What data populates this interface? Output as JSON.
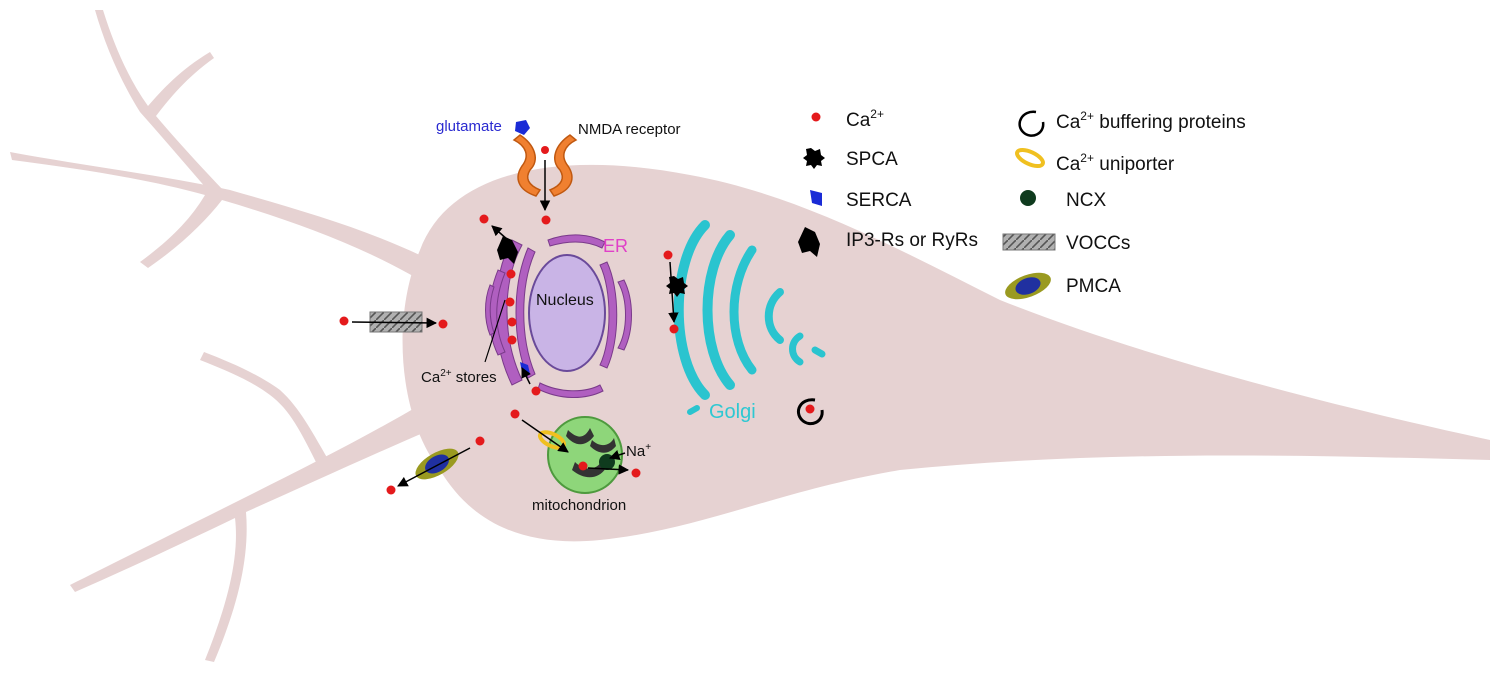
{
  "colors": {
    "cell": "#e6d2d2",
    "calcium": "#e41a1c",
    "er": "#b05fc0",
    "er_label": "#e040c8",
    "nucleus": "#c9b4e6",
    "golgi": "#2ac4cf",
    "golgi_label": "#2ec8d2",
    "mitochondrion": "#8ed67a",
    "nmda": "#f08030",
    "serca": "#1a2bd6",
    "ncx": "#0f3b1e",
    "vocc": "#909090",
    "pmca_outer": "#9a9a20",
    "pmca_inner": "#2030a0",
    "uniporter": "#f0c020",
    "glutamate_label": "#2a2ad0"
  },
  "diagram": {
    "labels": {
      "glutamate": "glutamate",
      "nmda_receptor": "NMDA receptor",
      "er": "ER",
      "nucleus": "Nucleus",
      "golgi": "Golgi",
      "ca_stores": "Ca",
      "ca_stores_sup": "2+",
      "ca_stores_suffix": " stores",
      "mitochondrion": "mitochondrion",
      "na": "Na",
      "na_sup": "+"
    }
  },
  "legend": [
    {
      "icon": "calcium-dot-icon",
      "text": "Ca",
      "sup": "2+",
      "suffix": ""
    },
    {
      "icon": "spca-icon",
      "text": "SPCA",
      "sup": "",
      "suffix": ""
    },
    {
      "icon": "serca-icon",
      "text": "SERCA",
      "sup": "",
      "suffix": ""
    },
    {
      "icon": "ip3r-ryr-icon",
      "text": "IP3-Rs or RyRs",
      "sup": "",
      "suffix": ""
    },
    {
      "icon": "buffering-protein-icon",
      "text": "Ca",
      "sup": "2+",
      "suffix": " buffering proteins"
    },
    {
      "icon": "uniporter-icon",
      "text": "Ca",
      "sup": "2+",
      "suffix": " uniporter"
    },
    {
      "icon": "ncx-icon",
      "text": "NCX",
      "sup": "",
      "suffix": ""
    },
    {
      "icon": "vocc-icon",
      "text": "VOCCs",
      "sup": "",
      "suffix": ""
    },
    {
      "icon": "pmca-icon",
      "text": "PMCA",
      "sup": "",
      "suffix": ""
    }
  ]
}
